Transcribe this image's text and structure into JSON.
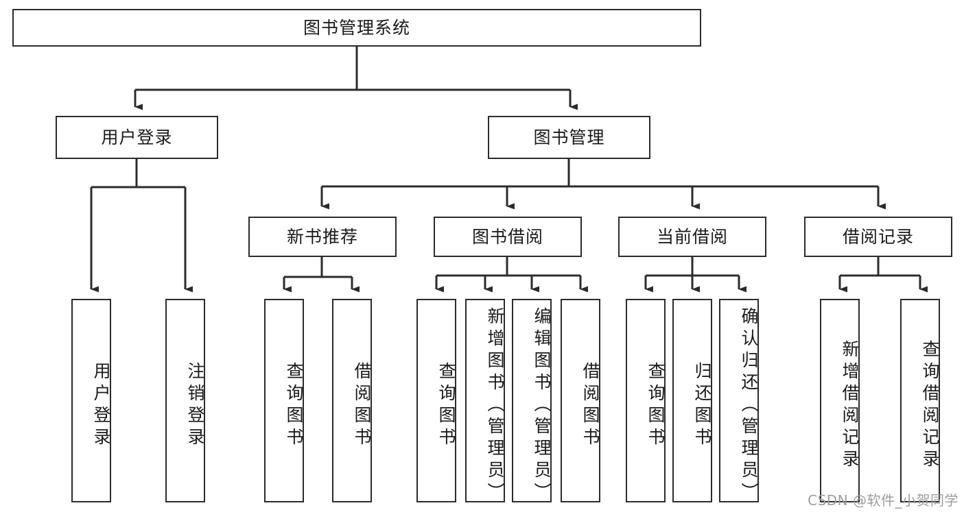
{
  "diagram": {
    "title": "图书管理系统",
    "type": "hierarchy-tree",
    "levels": 4,
    "colors": {
      "stroke": "#2b2b2b",
      "fill": "#ffffff",
      "text": "#1a1a1a",
      "watermark": "#9d9d9d"
    },
    "root": {
      "label": "图书管理系统"
    },
    "level2": [
      {
        "label": "用户登录"
      },
      {
        "label": "图书管理"
      }
    ],
    "level3": [
      {
        "label": "新书推荐"
      },
      {
        "label": "图书借阅"
      },
      {
        "label": "当前借阅"
      },
      {
        "label": "借阅记录"
      }
    ],
    "leaves": {
      "user_login": [
        {
          "label": "用户登录"
        },
        {
          "label": "注销登录"
        }
      ],
      "new_book": [
        {
          "label": "查询图书"
        },
        {
          "label": "借阅图书"
        }
      ],
      "borrow_book": [
        {
          "label": "查询图书"
        },
        {
          "label": "新增图书（管理员）"
        },
        {
          "label": "编辑图书（管理员）"
        },
        {
          "label": "借阅图书"
        }
      ],
      "current_borrow": [
        {
          "label": "查询图书"
        },
        {
          "label": "归还图书"
        },
        {
          "label": "确认归还（管理员）"
        }
      ],
      "borrow_record": [
        {
          "label": "新增借阅记录"
        },
        {
          "label": "查询借阅记录"
        }
      ]
    },
    "watermark": "CSDN @软件_小贺同学"
  }
}
